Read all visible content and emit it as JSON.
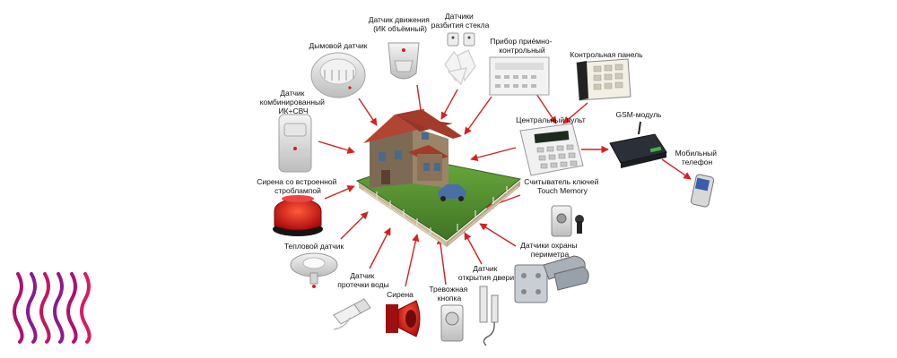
{
  "labels": {
    "motion": [
      "Датчик движения",
      "(ИК объёмный)"
    ],
    "glass": [
      "Датчики",
      "разбития стекла"
    ],
    "smoke": [
      "Дымовой датчик"
    ],
    "receiver": [
      "Прибор приёмно-",
      "контрольный"
    ],
    "control_panel": [
      "Контрольная панель"
    ],
    "combined": [
      "Датчик",
      "комбинированный",
      "ИК+СВЧ"
    ],
    "central": [
      "Центральный пульт"
    ],
    "gsm": [
      "GSM-модуль"
    ],
    "phone": [
      "Мобильный",
      "телефон"
    ],
    "siren_strobe": [
      "Сирена со встроенной",
      "строблампой"
    ],
    "touch": [
      "Считыватель ключей",
      "Touch Memory"
    ],
    "heat": [
      "Тепловой датчик"
    ],
    "perimeter": [
      "Датчики охраны",
      "периметра"
    ],
    "water": [
      "Датчик",
      "протечки воды"
    ],
    "siren": [
      "Сирена"
    ],
    "panic": [
      "Тревожная",
      "кнопка"
    ],
    "door": [
      "Датчик",
      "открытия двери"
    ]
  },
  "colors": {
    "arrow": "#d42020",
    "logo": [
      "#b0106b",
      "#8e1a8c",
      "#c2185b",
      "#d81b60"
    ],
    "house_roof": "#a23b2a",
    "lawn": "#4f8a2e"
  },
  "icons": [
    "house",
    "motion-sensor",
    "glass-break-sensor",
    "smoke-detector",
    "receiver-unit",
    "keypad-panel",
    "combined-sensor",
    "central-console",
    "gsm-module",
    "mobile-phone",
    "strobe-siren",
    "touch-memory-reader",
    "heat-detector",
    "perimeter-sensor",
    "water-leak-sensor",
    "siren",
    "panic-button",
    "door-contact",
    "brand-logo"
  ]
}
